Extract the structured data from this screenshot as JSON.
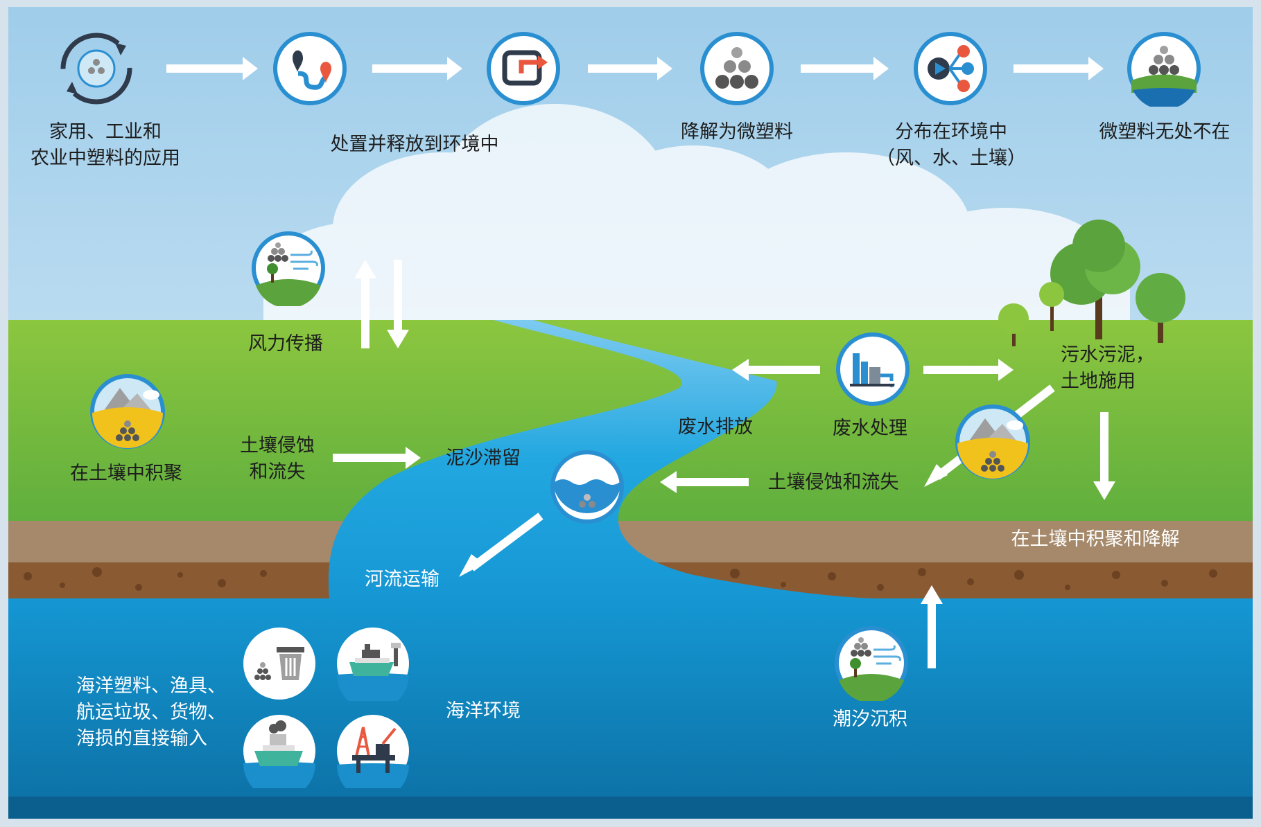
{
  "flow": {
    "step1": [
      "家用、工业和",
      "农业中塑料的应用"
    ],
    "step2": "处置并释放到环境中",
    "step3": "降解为微塑料",
    "step4": [
      "分布在环境中",
      "（风、水、土壤）"
    ],
    "step5": "微塑料无处不在"
  },
  "land": {
    "wind": "风力传播",
    "soil_accumulation": "在土壤中积聚",
    "soil_erosion": [
      "土壤侵蚀",
      "和流失"
    ],
    "sediment": "泥沙滞留",
    "wastewater_discharge": "废水排放",
    "wastewater_treatment": "废水处理",
    "sewage_sludge": [
      "污水污泥，",
      "土地施用"
    ],
    "soil_erosion_right": "土壤侵蚀和流失",
    "accumulate_degrade": "在土壤中积聚和降解",
    "river_transport": "河流运输"
  },
  "ocean": {
    "direct_input": [
      "海洋塑料、渔具、",
      "航运垃圾、货物、",
      "海损的直接输入"
    ],
    "environment": "海洋环境",
    "tidal": "潮汐沉积"
  },
  "icons": [
    "recycle-cycle-icon",
    "route-map-pin-icon",
    "export-release-icon",
    "microplastic-particles-icon",
    "distribution-network-icon",
    "microplastic-landscape-icon",
    "wind-transport-icon",
    "soil-mountain-icon",
    "wastewater-plant-icon",
    "water-particles-icon",
    "trash-bin-icon",
    "ship-painting-icon",
    "cargo-ship-icon",
    "oil-platform-icon",
    "tidal-wind-icon"
  ],
  "colors": {
    "sky": "#a9d3ec",
    "grass": "#7fbf42",
    "river": "#1aa3dc",
    "ocean": "#0f7fb6",
    "soil": "#9c7f5e",
    "icon_ring": "#2a8fd1"
  }
}
